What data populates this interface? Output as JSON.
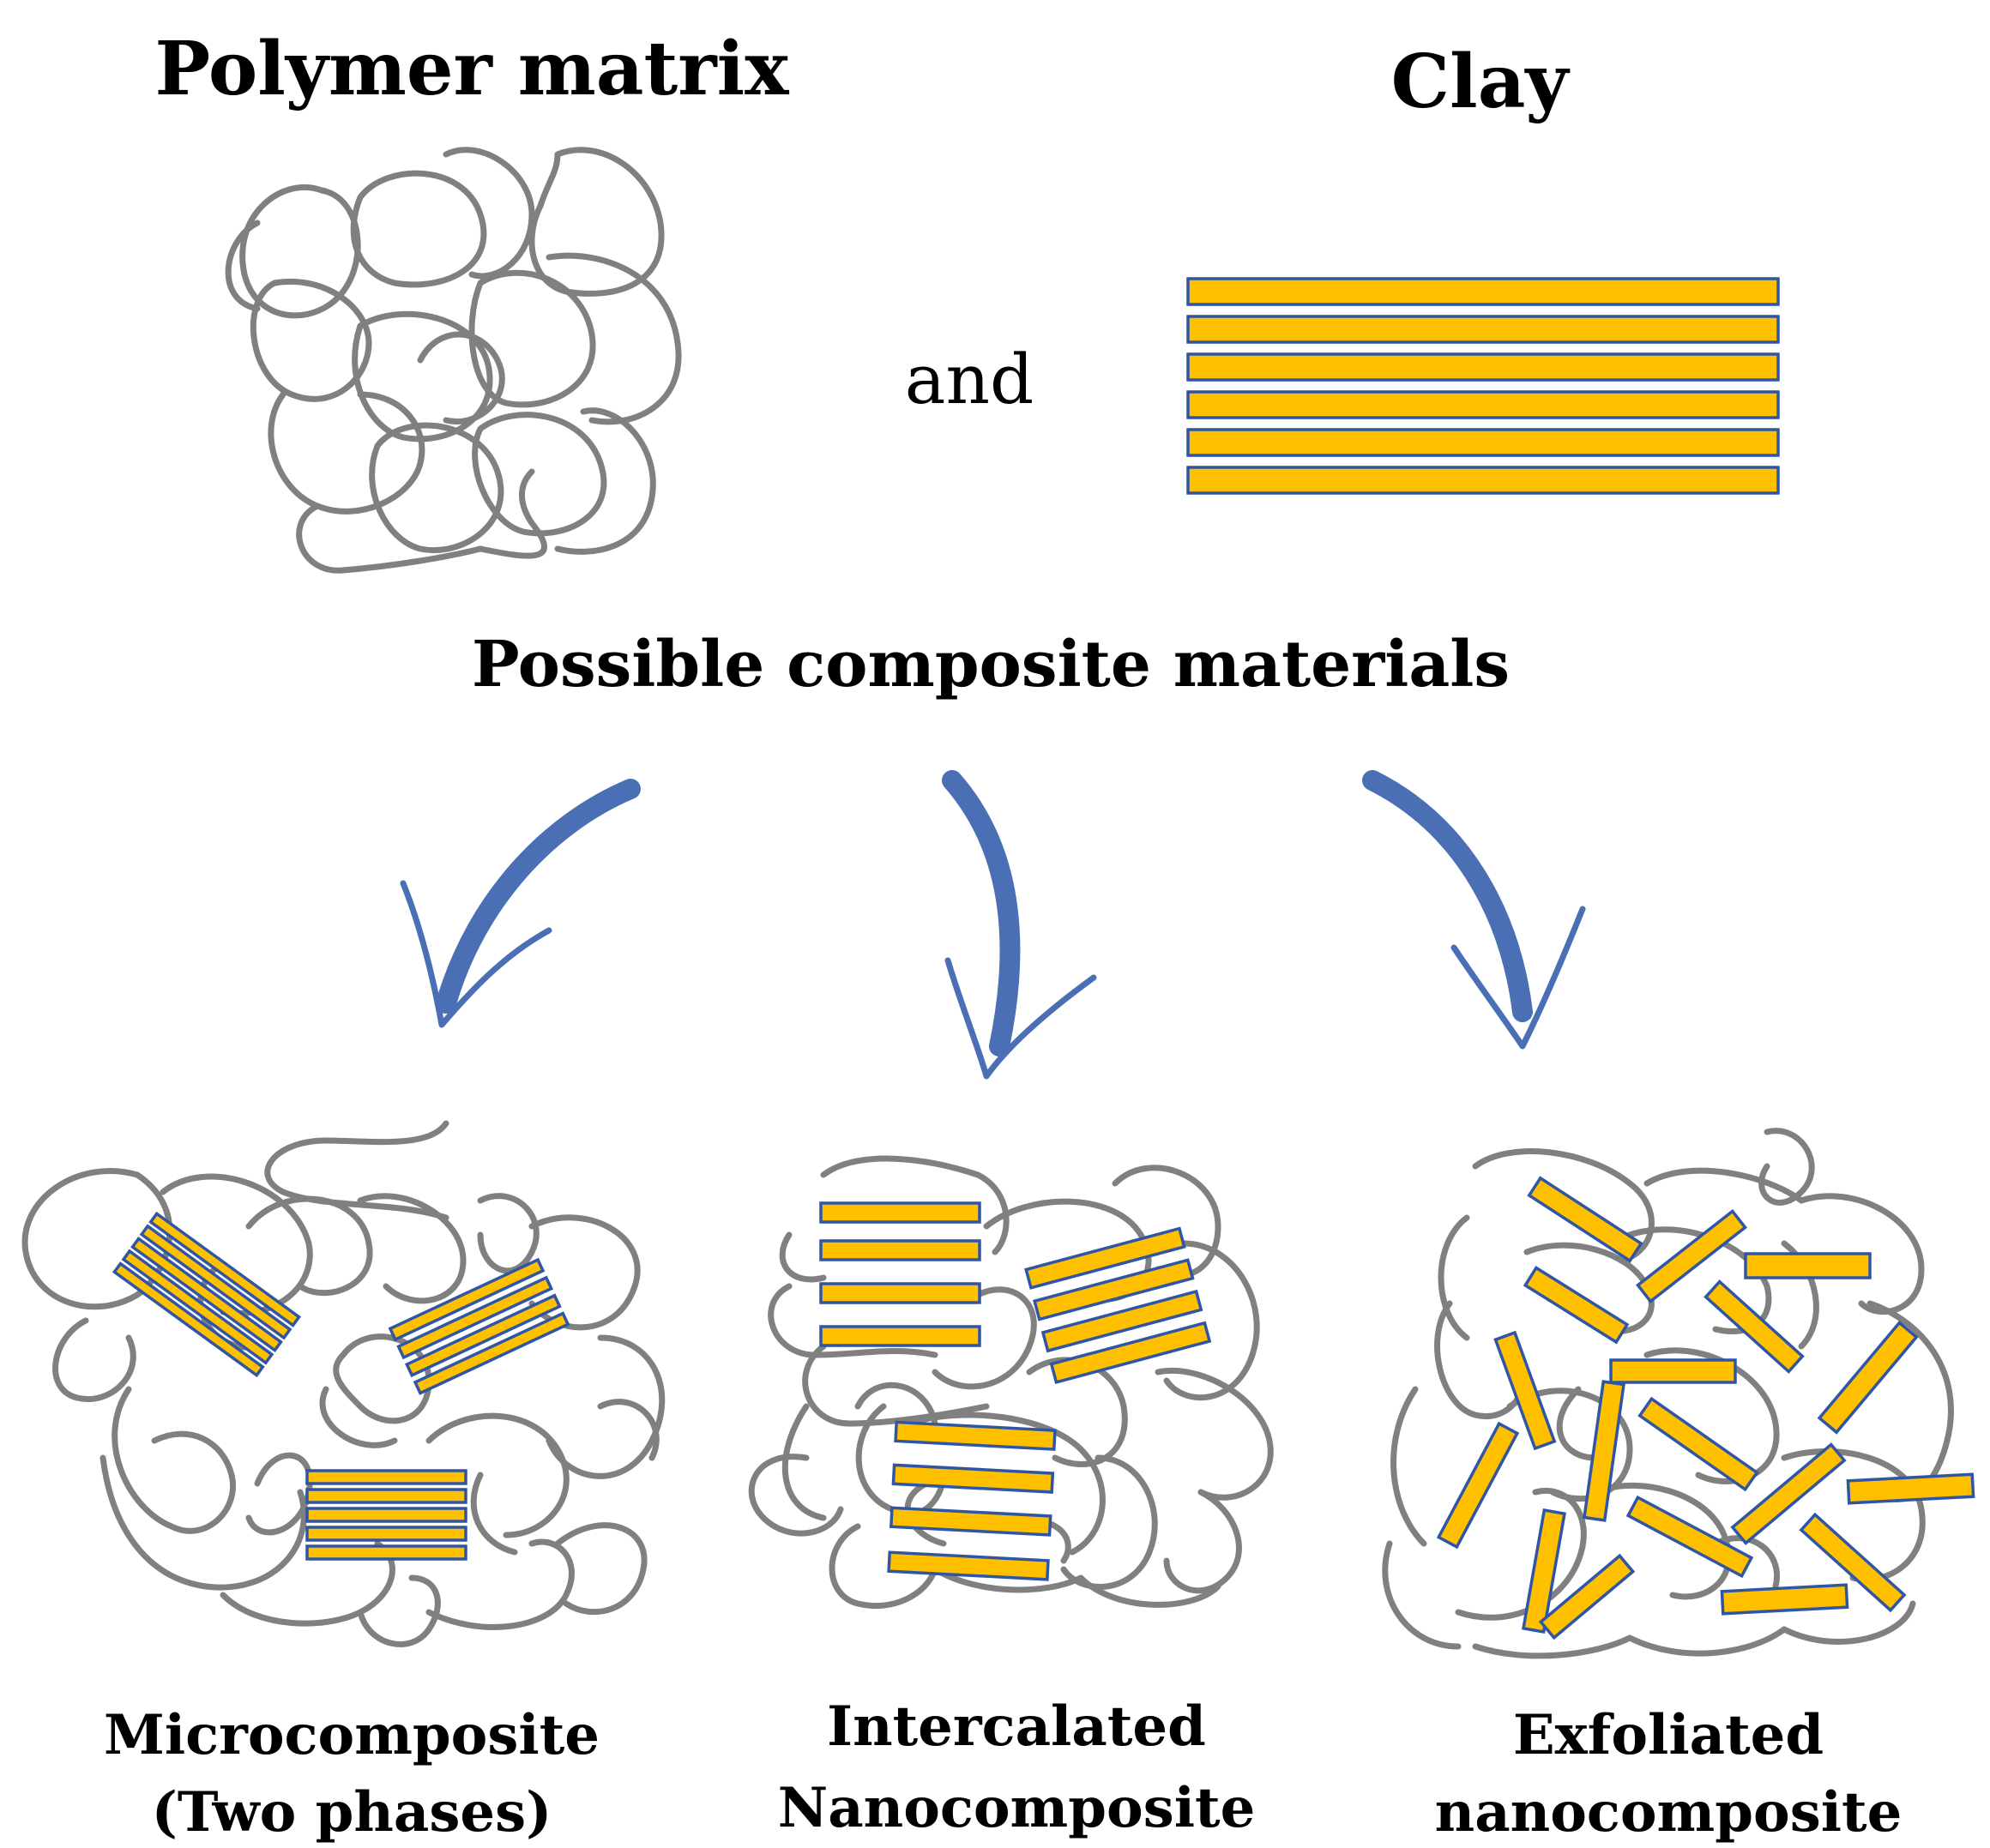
{
  "title_polymer": "Polymer matrix",
  "title_clay": "Clay",
  "connector": "and",
  "subtitle": "Possible composite materials",
  "outcomes": [
    {
      "line1": "Microcomposite",
      "line2": "(Two phases)"
    },
    {
      "line1": "Intercalated",
      "line2": "Nanocomposite"
    },
    {
      "line1": "Exfoliated",
      "line2": "nanocomposite"
    }
  ],
  "colors": {
    "clay_fill": "#FFC000",
    "clay_border": "#2F55A4",
    "polymer": "#808080",
    "arrow": "#4A6FB5"
  }
}
